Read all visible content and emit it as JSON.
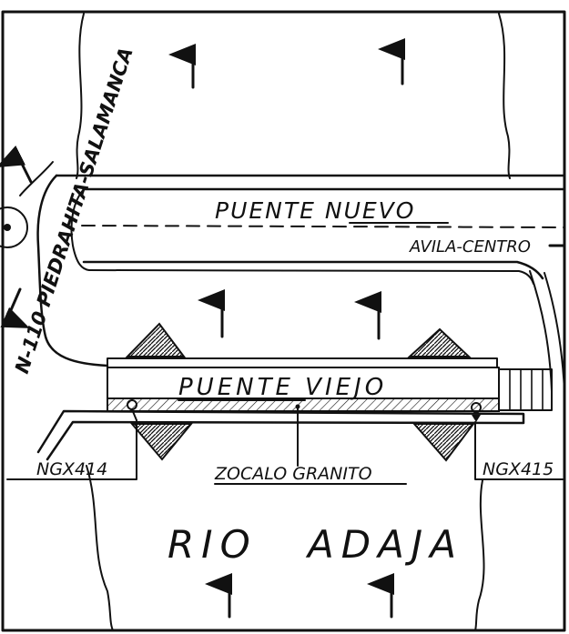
{
  "colors": {
    "ink": "#111111",
    "paper": "#ffffff"
  },
  "labels": {
    "new_bridge": "PUENTE NUEVO",
    "direction_avila": "AVILA-CENTRO",
    "road_name": "N-110 PIEDRAHITA-SALAMANCA",
    "old_bridge": "PUENTE VIEJO",
    "benchmark_left": "NGX414",
    "benchmark_right": "NGX415",
    "plinth": "ZOCALO GRANITO",
    "river_word1": "RIO",
    "river_word2": "ADAJA"
  },
  "icons": [
    "north-arrow-icon",
    "roundabout-icon",
    "benchmark-marker-icon"
  ]
}
